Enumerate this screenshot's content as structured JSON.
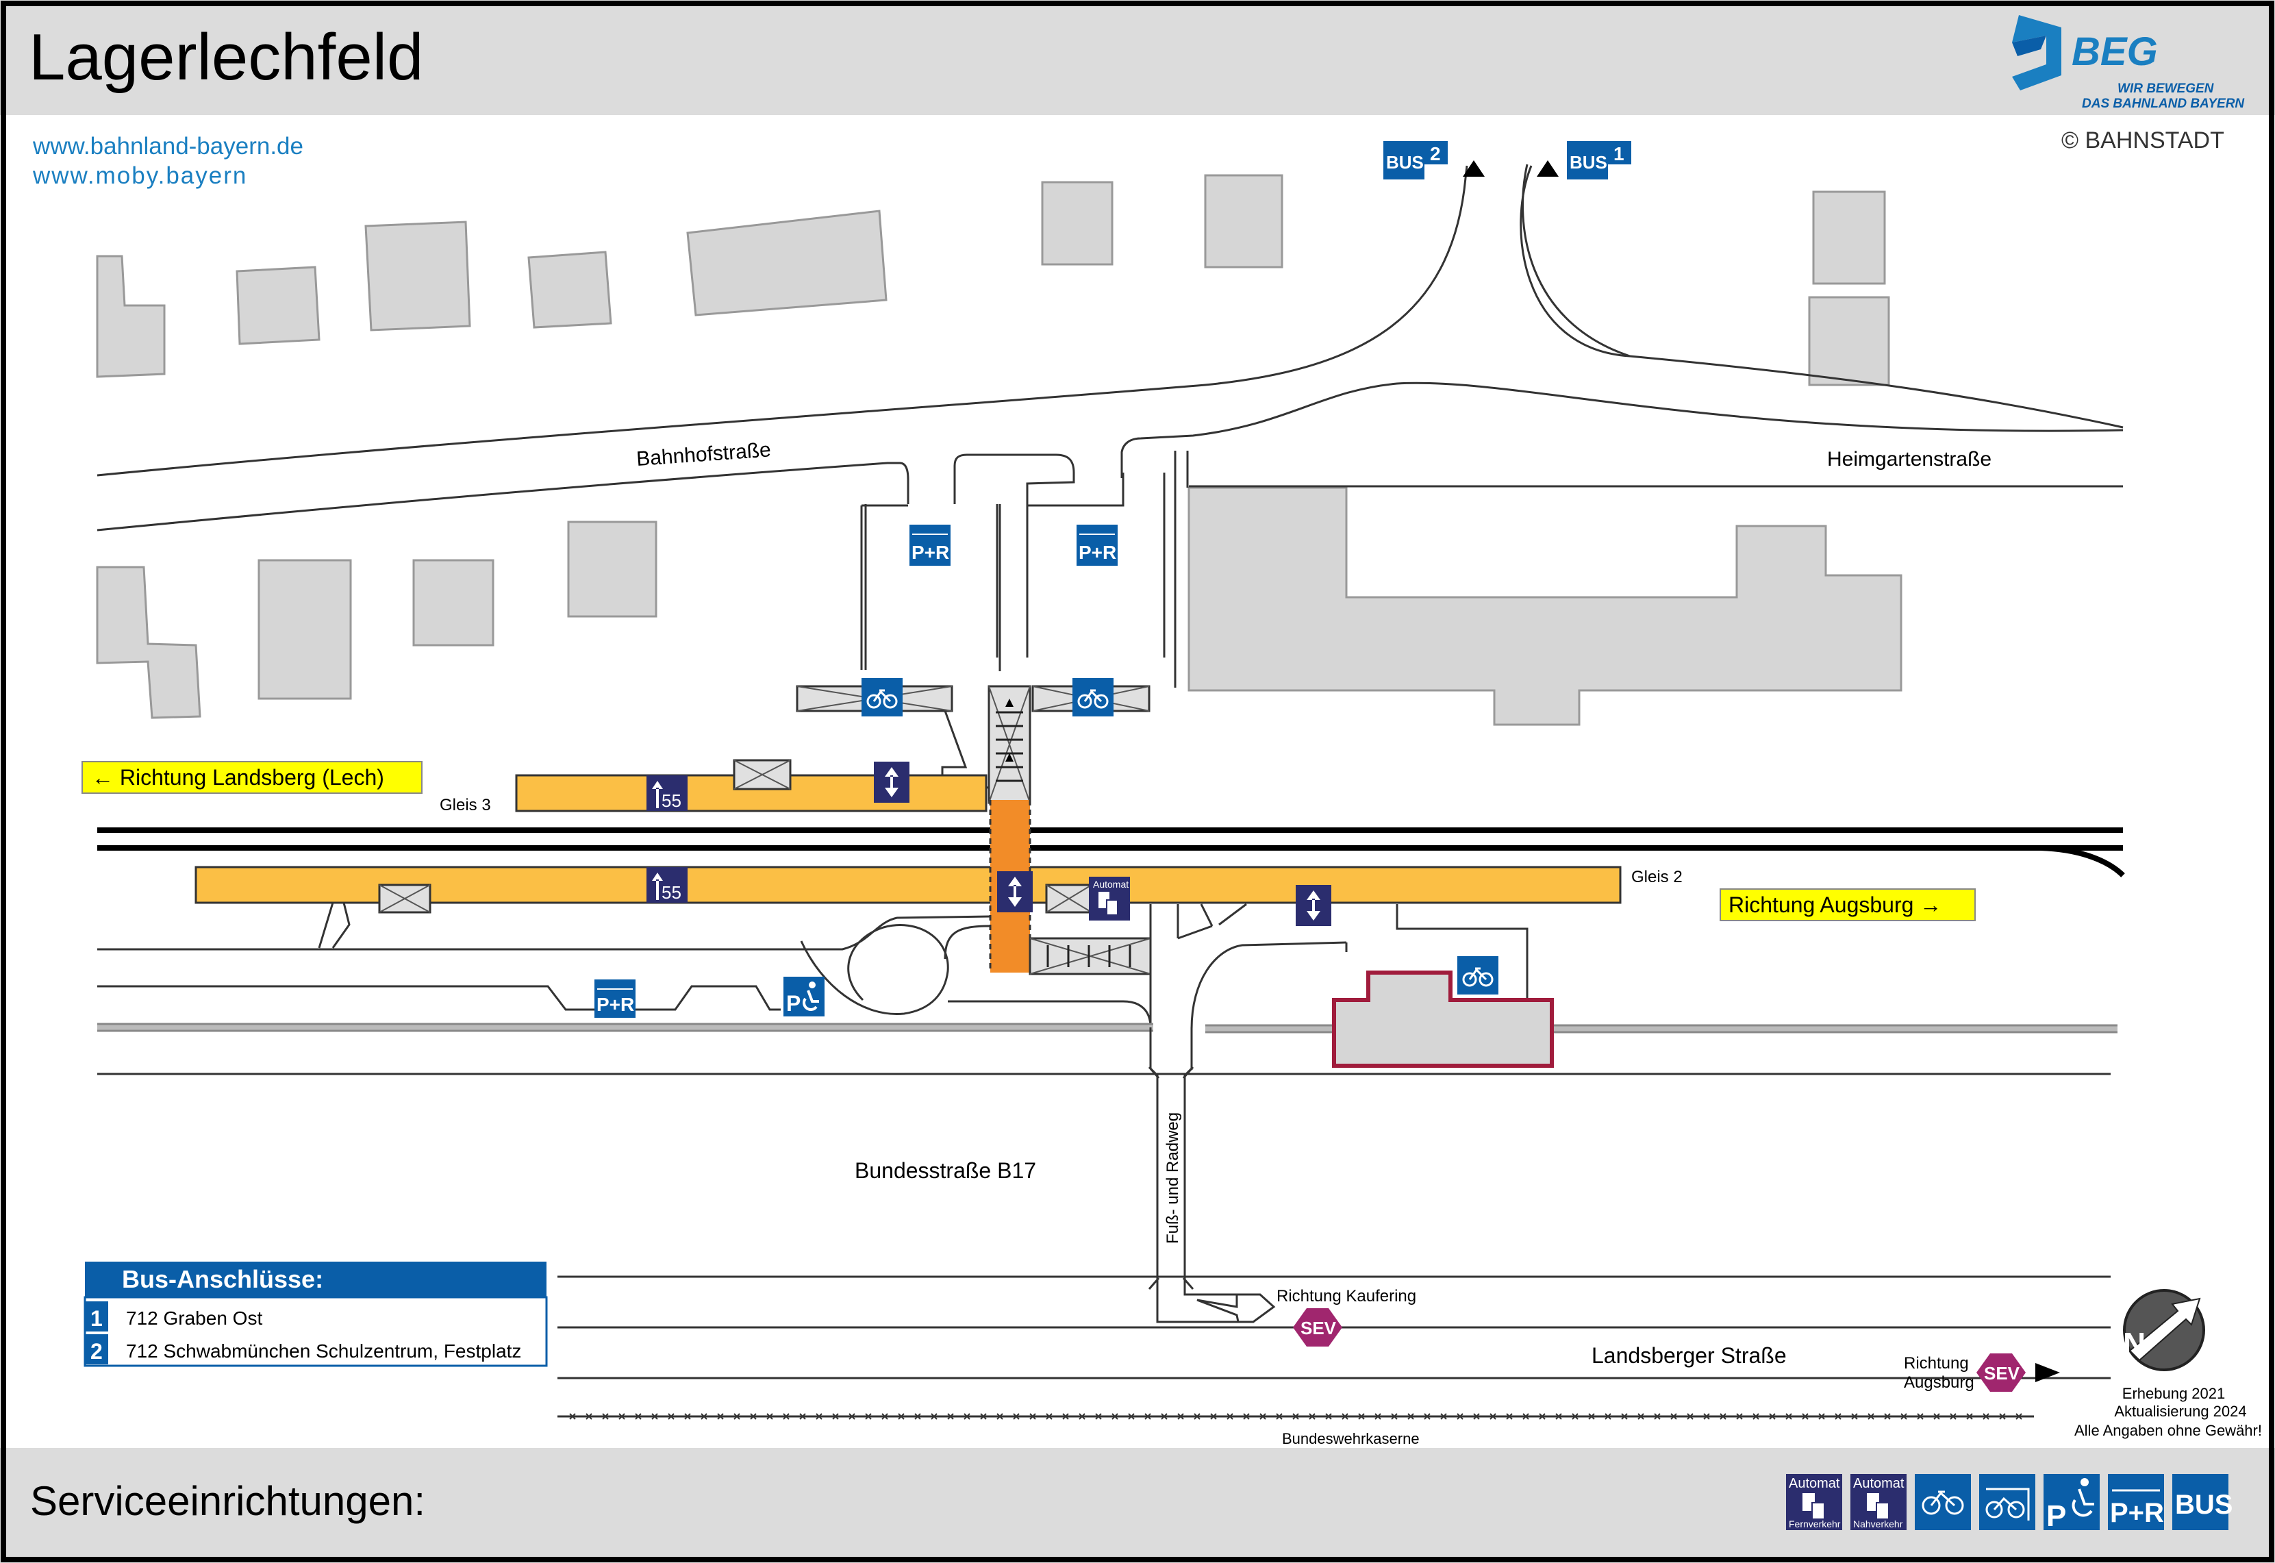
{
  "header": {
    "title": "Lagerlechfeld",
    "brand_name": "BEG",
    "brand_tagline_1": "WIR BEWEGEN",
    "brand_tagline_2": "DAS BAHNLAND BAYERN",
    "copyright": "© BAHNSTADT"
  },
  "links": [
    "www.bahnland-bayern.de",
    "www.moby.bayern"
  ],
  "streets": {
    "bahnhofstrasse": "Bahnhofstraße",
    "heimgartenstrasse": "Heimgartenstraße",
    "b17": "Bundesstraße B17",
    "landsberger": "Landsberger Straße",
    "fussweg": "Fuß- und Radweg",
    "kaserne": "Bundeswehrkaserne"
  },
  "directions": {
    "landsberg": "← Richtung Landsberg (Lech)",
    "augsburg": "Richtung Augsburg →",
    "kaufering": "Richtung Kaufering",
    "sev_augsburg_1": "Richtung",
    "sev_augsburg_2": "Augsburg"
  },
  "platforms": {
    "gleis3": "Gleis 3",
    "gleis2": "Gleis 2",
    "height_label": "55"
  },
  "icons": {
    "bus": "BUS",
    "bus_stop_1": "1",
    "bus_stop_2": "2",
    "pr": "P+R",
    "p": "P",
    "sev": "SEV",
    "automat": "Automat",
    "automat_fern": "Fernverkehr",
    "automat_nah": "Nahverkehr"
  },
  "bus_connections": {
    "title": "Bus-Anschlüsse:",
    "rows": [
      {
        "num": "1",
        "text": "712 Graben Ost"
      },
      {
        "num": "2",
        "text": "712 Schwabmünchen Schulzentrum, Festplatz"
      }
    ]
  },
  "legal": {
    "line1": "Erhebung 2021",
    "line2": "Aktualisierung 2024",
    "line3": "Alle Angaben ohne Gewähr!"
  },
  "footer": {
    "title": "Serviceeinrichtungen:",
    "services": [
      "automat-fernverkehr-icon",
      "automat-nahverkehr-icon",
      "bike-parking-icon",
      "bike-parking-covered-icon",
      "disabled-parking-icon",
      "park-and-ride-icon",
      "bus-icon"
    ]
  },
  "colors": {
    "frame": "#000000",
    "header_bg": "#dcdcdc",
    "platform": "#fbbf45",
    "stairs_orange": "#f28c28",
    "service_blue": "#0a5ea8",
    "sev_purple": "#a0266e",
    "label_yellow": "#ffff00",
    "navy_icon": "#2b2d6e",
    "building": "#d6d6d6",
    "bahnstadt_red": "#a01c3c",
    "link_blue": "#1a7fc1"
  }
}
